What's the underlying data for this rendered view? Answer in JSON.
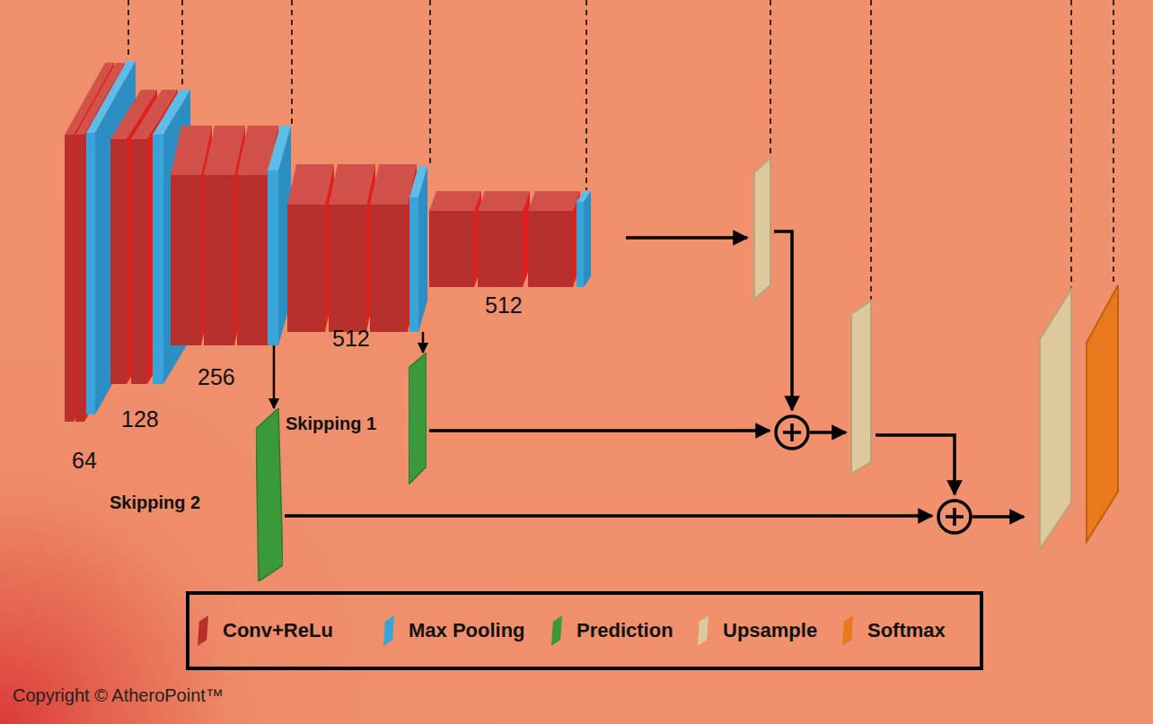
{
  "diagram": {
    "nodes": [
      {
        "text": [
          "64"
        ]
      },
      {
        "text": [
          "128"
        ]
      },
      {
        "text": [
          "256"
        ]
      },
      {
        "text": [
          "512"
        ]
      },
      {
        "text": [
          "512"
        ]
      },
      {
        "text": [
          "Skipping 1"
        ]
      },
      {
        "text": [
          "Skipping 2"
        ]
      }
    ],
    "edges": [
      {
        "from": 3,
        "to": 5,
        "arrow": "to"
      },
      {
        "from": 2,
        "to": 6,
        "arrow": "to"
      }
    ],
    "labels": [
      "Copyright © AtheroPoint™"
    ],
    "legend": [
      {
        "text": "Conv+ReLu",
        "color": "#b8302d"
      },
      {
        "text": "Max Pooling",
        "color": "#3aa3d8"
      },
      {
        "text": "Prediction",
        "color": "#3a9a3a"
      },
      {
        "text": "Upsample",
        "color": "#dcc99e"
      },
      {
        "text": "Softmax",
        "color": "#e8791c"
      }
    ]
  }
}
